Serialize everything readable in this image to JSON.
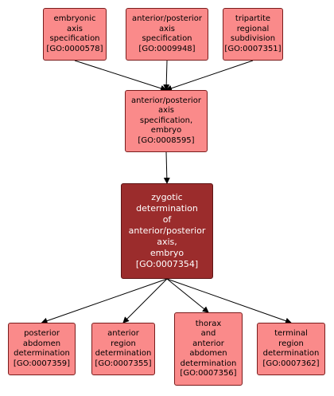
{
  "colors": {
    "node_fill": "#fa8a8a",
    "node_border": "#7a1c1c",
    "focus_fill": "#9b2c2c",
    "focus_text": "#ffffff",
    "edge": "#000000"
  },
  "nodes": [
    {
      "id": "n1",
      "lines": [
        "embryonic",
        "axis",
        "specification"
      ],
      "go": "[GO:0000578]",
      "focus": false
    },
    {
      "id": "n2",
      "lines": [
        "anterior/posterior",
        "axis",
        "specification"
      ],
      "go": "[GO:0009948]",
      "focus": false
    },
    {
      "id": "n3",
      "lines": [
        "tripartite",
        "regional",
        "subdivision"
      ],
      "go": "[GO:0007351]",
      "focus": false
    },
    {
      "id": "n4",
      "lines": [
        "anterior/posterior",
        "axis",
        "specification,",
        "embryo"
      ],
      "go": "[GO:0008595]",
      "focus": false
    },
    {
      "id": "n5",
      "lines": [
        "zygotic",
        "determination",
        "of",
        "anterior/posterior",
        "axis,",
        "embryo"
      ],
      "go": "[GO:0007354]",
      "focus": true
    },
    {
      "id": "n6",
      "lines": [
        "posterior",
        "abdomen",
        "determination"
      ],
      "go": "[GO:0007359]",
      "focus": false
    },
    {
      "id": "n7",
      "lines": [
        "anterior",
        "region",
        "determination"
      ],
      "go": "[GO:0007355]",
      "focus": false
    },
    {
      "id": "n8",
      "lines": [
        "thorax",
        "and",
        "anterior",
        "abdomen",
        "determination"
      ],
      "go": "[GO:0007356]",
      "focus": false
    },
    {
      "id": "n9",
      "lines": [
        "terminal",
        "region",
        "determination"
      ],
      "go": "[GO:0007362]",
      "focus": false
    }
  ],
  "edges": [
    {
      "from": "n1",
      "to": "n4"
    },
    {
      "from": "n2",
      "to": "n4"
    },
    {
      "from": "n3",
      "to": "n4"
    },
    {
      "from": "n4",
      "to": "n5"
    },
    {
      "from": "n5",
      "to": "n6"
    },
    {
      "from": "n5",
      "to": "n7"
    },
    {
      "from": "n5",
      "to": "n8"
    },
    {
      "from": "n5",
      "to": "n9"
    }
  ]
}
